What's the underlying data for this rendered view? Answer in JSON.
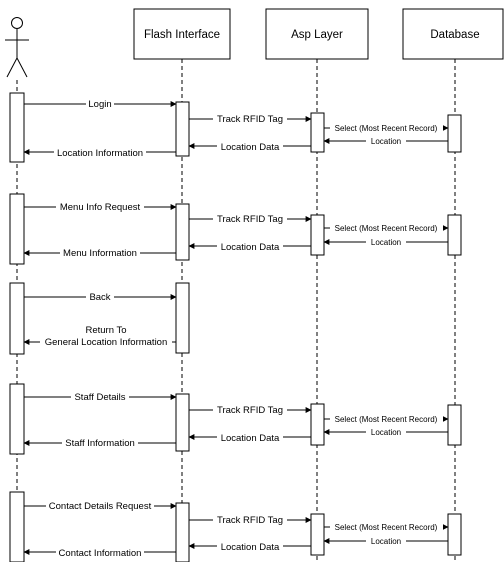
{
  "participants": [
    {
      "id": "actor",
      "name": ""
    },
    {
      "id": "flash",
      "name": "Flash Interface"
    },
    {
      "id": "asp",
      "name": "Asp Layer"
    },
    {
      "id": "db",
      "name": "Database"
    }
  ],
  "messages": [
    {
      "text": "Login"
    },
    {
      "text": "Track RFID Tag"
    },
    {
      "text": "Select (Most Recent Record)"
    },
    {
      "text": "Location"
    },
    {
      "text": "Location Data"
    },
    {
      "text": "Location Information"
    },
    {
      "text": "Menu Info Request"
    },
    {
      "text": "Track RFID Tag"
    },
    {
      "text": "Select (Most Recent Record)"
    },
    {
      "text": "Location"
    },
    {
      "text": "Location Data"
    },
    {
      "text": "Menu Information"
    },
    {
      "text": "Back"
    },
    {
      "text": "Return To"
    },
    {
      "text": "General Location Information"
    },
    {
      "text": "Staff Details"
    },
    {
      "text": "Track RFID Tag"
    },
    {
      "text": "Select (Most Recent Record)"
    },
    {
      "text": "Location"
    },
    {
      "text": "Location Data"
    },
    {
      "text": "Staff Information"
    },
    {
      "text": "Contact Details Request"
    },
    {
      "text": "Track RFID Tag"
    },
    {
      "text": "Select (Most Recent Record)"
    },
    {
      "text": "Location"
    },
    {
      "text": "Location Data"
    },
    {
      "text": "Contact Information"
    }
  ]
}
